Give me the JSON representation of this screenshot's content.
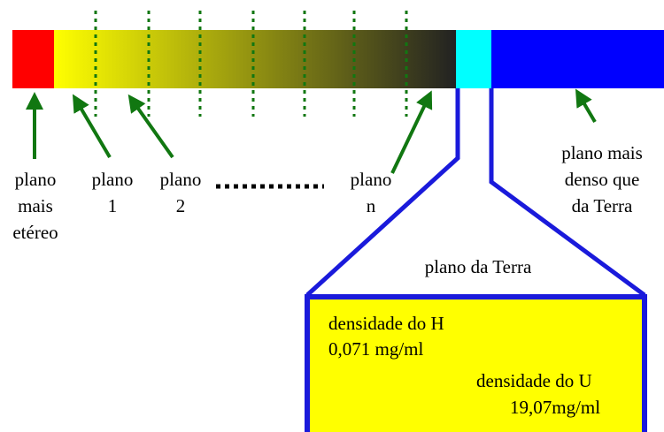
{
  "labels": {
    "plano_etereo": [
      "plano",
      "mais",
      "etéreo"
    ],
    "plano_1": [
      "plano",
      "1"
    ],
    "plano_2": [
      "plano",
      "2"
    ],
    "plano_n": [
      "plano",
      "n"
    ],
    "plano_denso": [
      "plano mais",
      "denso que",
      "da Terra"
    ],
    "plano_terra": "plano da Terra"
  },
  "box": {
    "line1": "densidade do H",
    "line2": "0,071 mg/ml",
    "line3": "densidade do U",
    "line4": "19,07mg/ml"
  },
  "colors": {
    "ethereal": "#ff0000",
    "gradient_start": "#ffff00",
    "gradient_end": "#222222",
    "earth": "#00ffff",
    "dense": "#0000ff",
    "arrow": "#117711",
    "box_fill": "#ffff00",
    "outline": "#1a1adb"
  }
}
